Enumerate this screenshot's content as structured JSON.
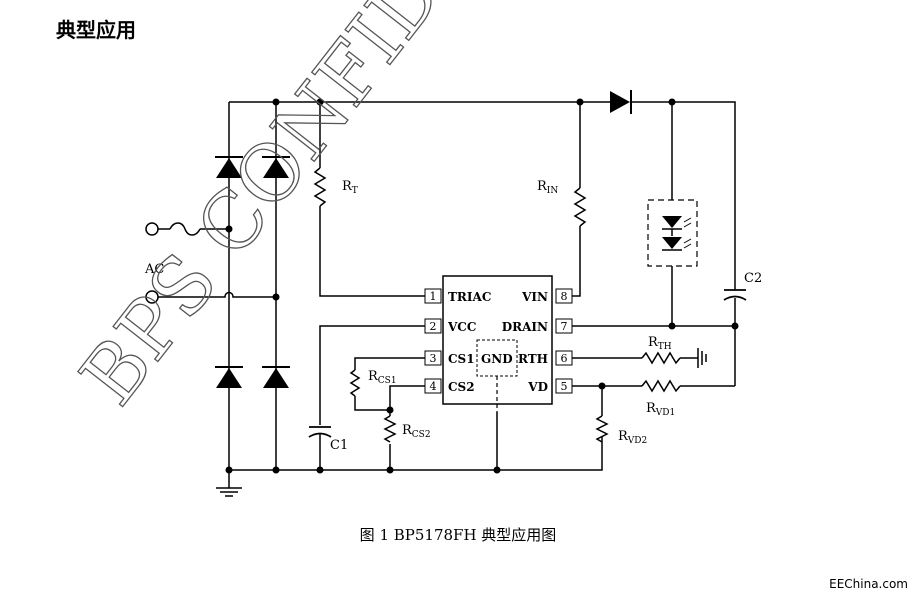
{
  "section_title": "典型应用",
  "caption": "图 1  BP5178FH 典型应用图",
  "watermark": "BPS CONFIDENTIAL",
  "site_credit": "EEChina.com",
  "ic": {
    "left_pins": [
      {
        "num": "1",
        "name": "TRIAC"
      },
      {
        "num": "2",
        "name": "VCC"
      },
      {
        "num": "3",
        "name": "CS1"
      },
      {
        "num": "4",
        "name": "CS2"
      }
    ],
    "right_pins": [
      {
        "num": "8",
        "name": "VIN"
      },
      {
        "num": "7",
        "name": "DRAIN"
      },
      {
        "num": "6",
        "name": "RTH"
      },
      {
        "num": "5",
        "name": "VD"
      }
    ],
    "gnd": "GND"
  },
  "labels": {
    "ac": "AC",
    "rt": "R",
    "rt_sub": "T",
    "rin": "R",
    "rin_sub": "IN",
    "rcs1": "R",
    "rcs1_sub": "CS1",
    "rcs2": "R",
    "rcs2_sub": "CS2",
    "rth": "R",
    "rth_sub": "TH",
    "rvd1": "R",
    "rvd1_sub": "VD1",
    "rvd2": "R",
    "rvd2_sub": "VD2",
    "c1": "C1",
    "c2": "C2"
  }
}
